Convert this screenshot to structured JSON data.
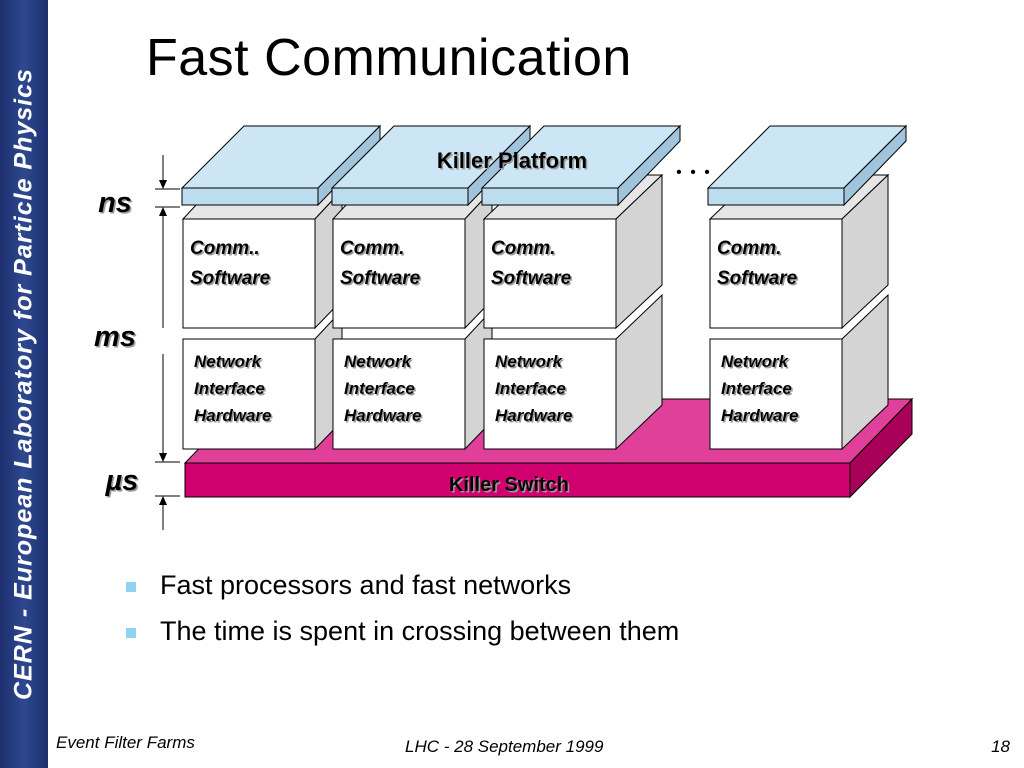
{
  "sidebar": {
    "text": "CERN - European Laboratory for Particle Physics"
  },
  "title": "Fast Communication",
  "diagram": {
    "platform_label": "Killer Platform",
    "ellipsis": "• • •",
    "switch_label": "Killer Switch",
    "scale_labels": {
      "ns": "ns",
      "ms": "ms",
      "us": "µs"
    },
    "software_labels": [
      [
        "Comm..",
        "Software"
      ],
      [
        "Comm.",
        "Software"
      ],
      [
        "Comm.",
        "Software"
      ],
      [
        "Comm.",
        "Software"
      ]
    ],
    "hardware_lines": [
      "Network",
      "Interface",
      "Hardware"
    ],
    "colors": {
      "platform": "#cce6f6",
      "switch_front": "#d0006f",
      "switch_top": "#e0409a",
      "box_face": "#ffffff",
      "box_side": "#d4d4d4",
      "sidebar": "#2e4890"
    }
  },
  "bullets": [
    "Fast processors and fast networks",
    "The time is spent in crossing between them"
  ],
  "footer": {
    "left": "Event Filter Farms",
    "center": "LHC - 28 September 1999",
    "page": "18"
  }
}
